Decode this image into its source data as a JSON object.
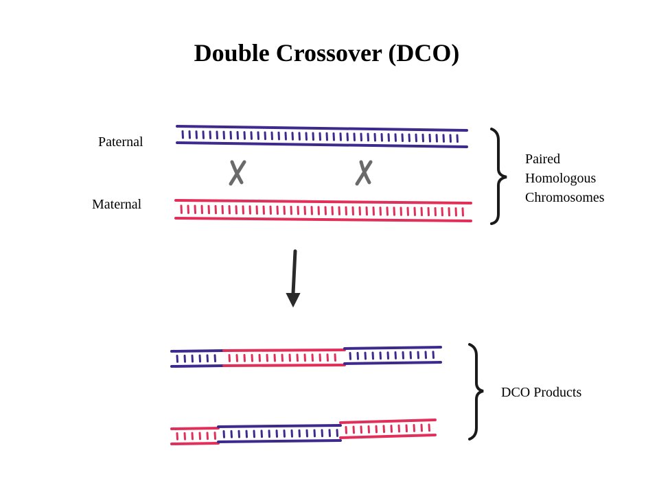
{
  "title": "Double Crossover (DCO)",
  "labels": {
    "paternal": "Paternal",
    "maternal": "Maternal",
    "paired_line1": "Paired",
    "paired_line2": "Homologous",
    "paired_line3": "Chromosomes",
    "dco_products": "DCO Products"
  },
  "colors": {
    "paternal": "#3d2a8c",
    "maternal": "#e0305a",
    "ink": "#2a2a2a"
  },
  "icons": {
    "crossover_mark": "x-cross-icon",
    "arrow": "arrow-down-icon",
    "brace": "right-curly-brace"
  }
}
